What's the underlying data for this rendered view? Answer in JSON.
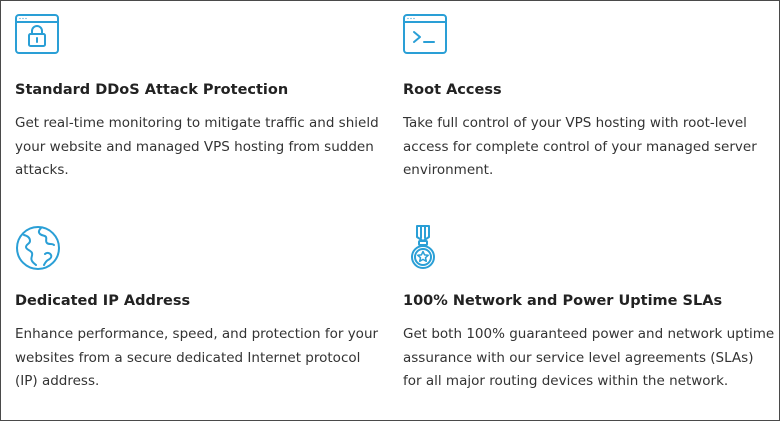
{
  "accent_color": "#2a9fd6",
  "features": [
    {
      "icon": "lock-window-icon",
      "title": "Standard DDoS Attack Protection",
      "description": "Get real-time monitoring to mitigate traffic and shield your website and managed VPS hosting from sudden attacks."
    },
    {
      "icon": "terminal-window-icon",
      "title": "Root Access",
      "description": "Take full control of your VPS hosting with root-level access for complete control of your managed server environment."
    },
    {
      "icon": "globe-icon",
      "title": "Dedicated IP Address",
      "description": "Enhance performance, speed, and protection for your websites from a secure dedicated Internet protocol (IP) address."
    },
    {
      "icon": "medal-icon",
      "title": "100% Network and Power Uptime SLAs",
      "description": "Get both 100% guaranteed power and network uptime assurance with our service level agreements (SLAs) for all major routing devices within the network."
    }
  ]
}
